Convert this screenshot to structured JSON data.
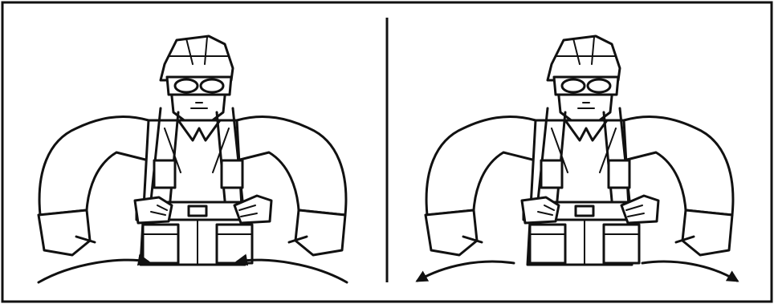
{
  "figure": {
    "panels": [
      {
        "id": "left",
        "arrow_direction": "inward"
      },
      {
        "id": "right",
        "arrow_direction": "outward"
      }
    ],
    "colors": {
      "line": "#111111",
      "background": "#ffffff"
    }
  }
}
